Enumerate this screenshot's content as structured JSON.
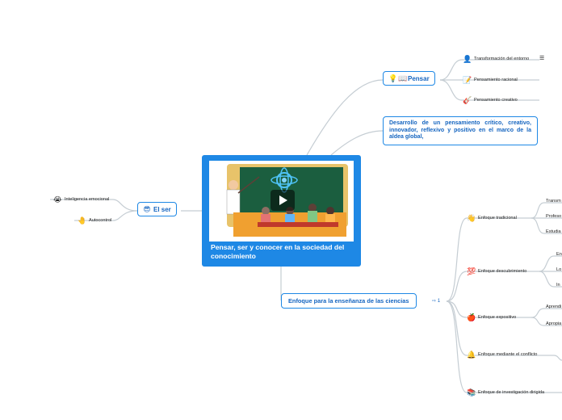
{
  "central": {
    "title": "Pensar, ser y conocer en la sociedad del conocimiento"
  },
  "el_ser": {
    "label": "El ser",
    "icon": "sunglasses-face-icon",
    "children": [
      {
        "label": "Inteligencia emocional",
        "icon": "emotional-face-icon"
      },
      {
        "label": "Autocontrol",
        "icon": "hand-icon"
      }
    ]
  },
  "pensar": {
    "label": "Pensar",
    "icons": [
      "lightbulb-icon",
      "book-icon"
    ],
    "children": [
      {
        "label": "Transformación del entorno",
        "icon": "person-icon"
      },
      {
        "label": "Pensamiento racional",
        "icon": "notepad-icon"
      },
      {
        "label": "Pensamiento creativo",
        "icon": "guitar-icon"
      }
    ],
    "menu_glyph": "☰"
  },
  "desarrollo": {
    "text": "Desarrollo de un pensamiento crítico, creativo, innovador, reflexivo y positivo en el marco de la aldea global,"
  },
  "enfoque": {
    "label": "Enfoque para la enseñanza de las ciencias",
    "badge": "⇨ 1",
    "children": [
      {
        "label": "Enfoque tradicional",
        "icon": "hand-icon",
        "subs": [
          "Transm",
          "Profeso",
          "Estudia"
        ]
      },
      {
        "label": "Enfoque descubrimiento",
        "icon": "hundred-icon",
        "subs": [
          "En",
          "Lo",
          "In"
        ]
      },
      {
        "label": "Enfoque expositivo",
        "icon": "apple-icon",
        "subs": [
          "Aprendi",
          "Apropia"
        ]
      },
      {
        "label": "Enfoque mediante el conflicto",
        "icon": "bell-icon",
        "subs": []
      },
      {
        "label": "Enfoque de investigación dirigida",
        "icon": "books-icon",
        "subs": []
      }
    ]
  },
  "colors": {
    "accent": "#1e88e5",
    "line": "#b0bec5"
  }
}
